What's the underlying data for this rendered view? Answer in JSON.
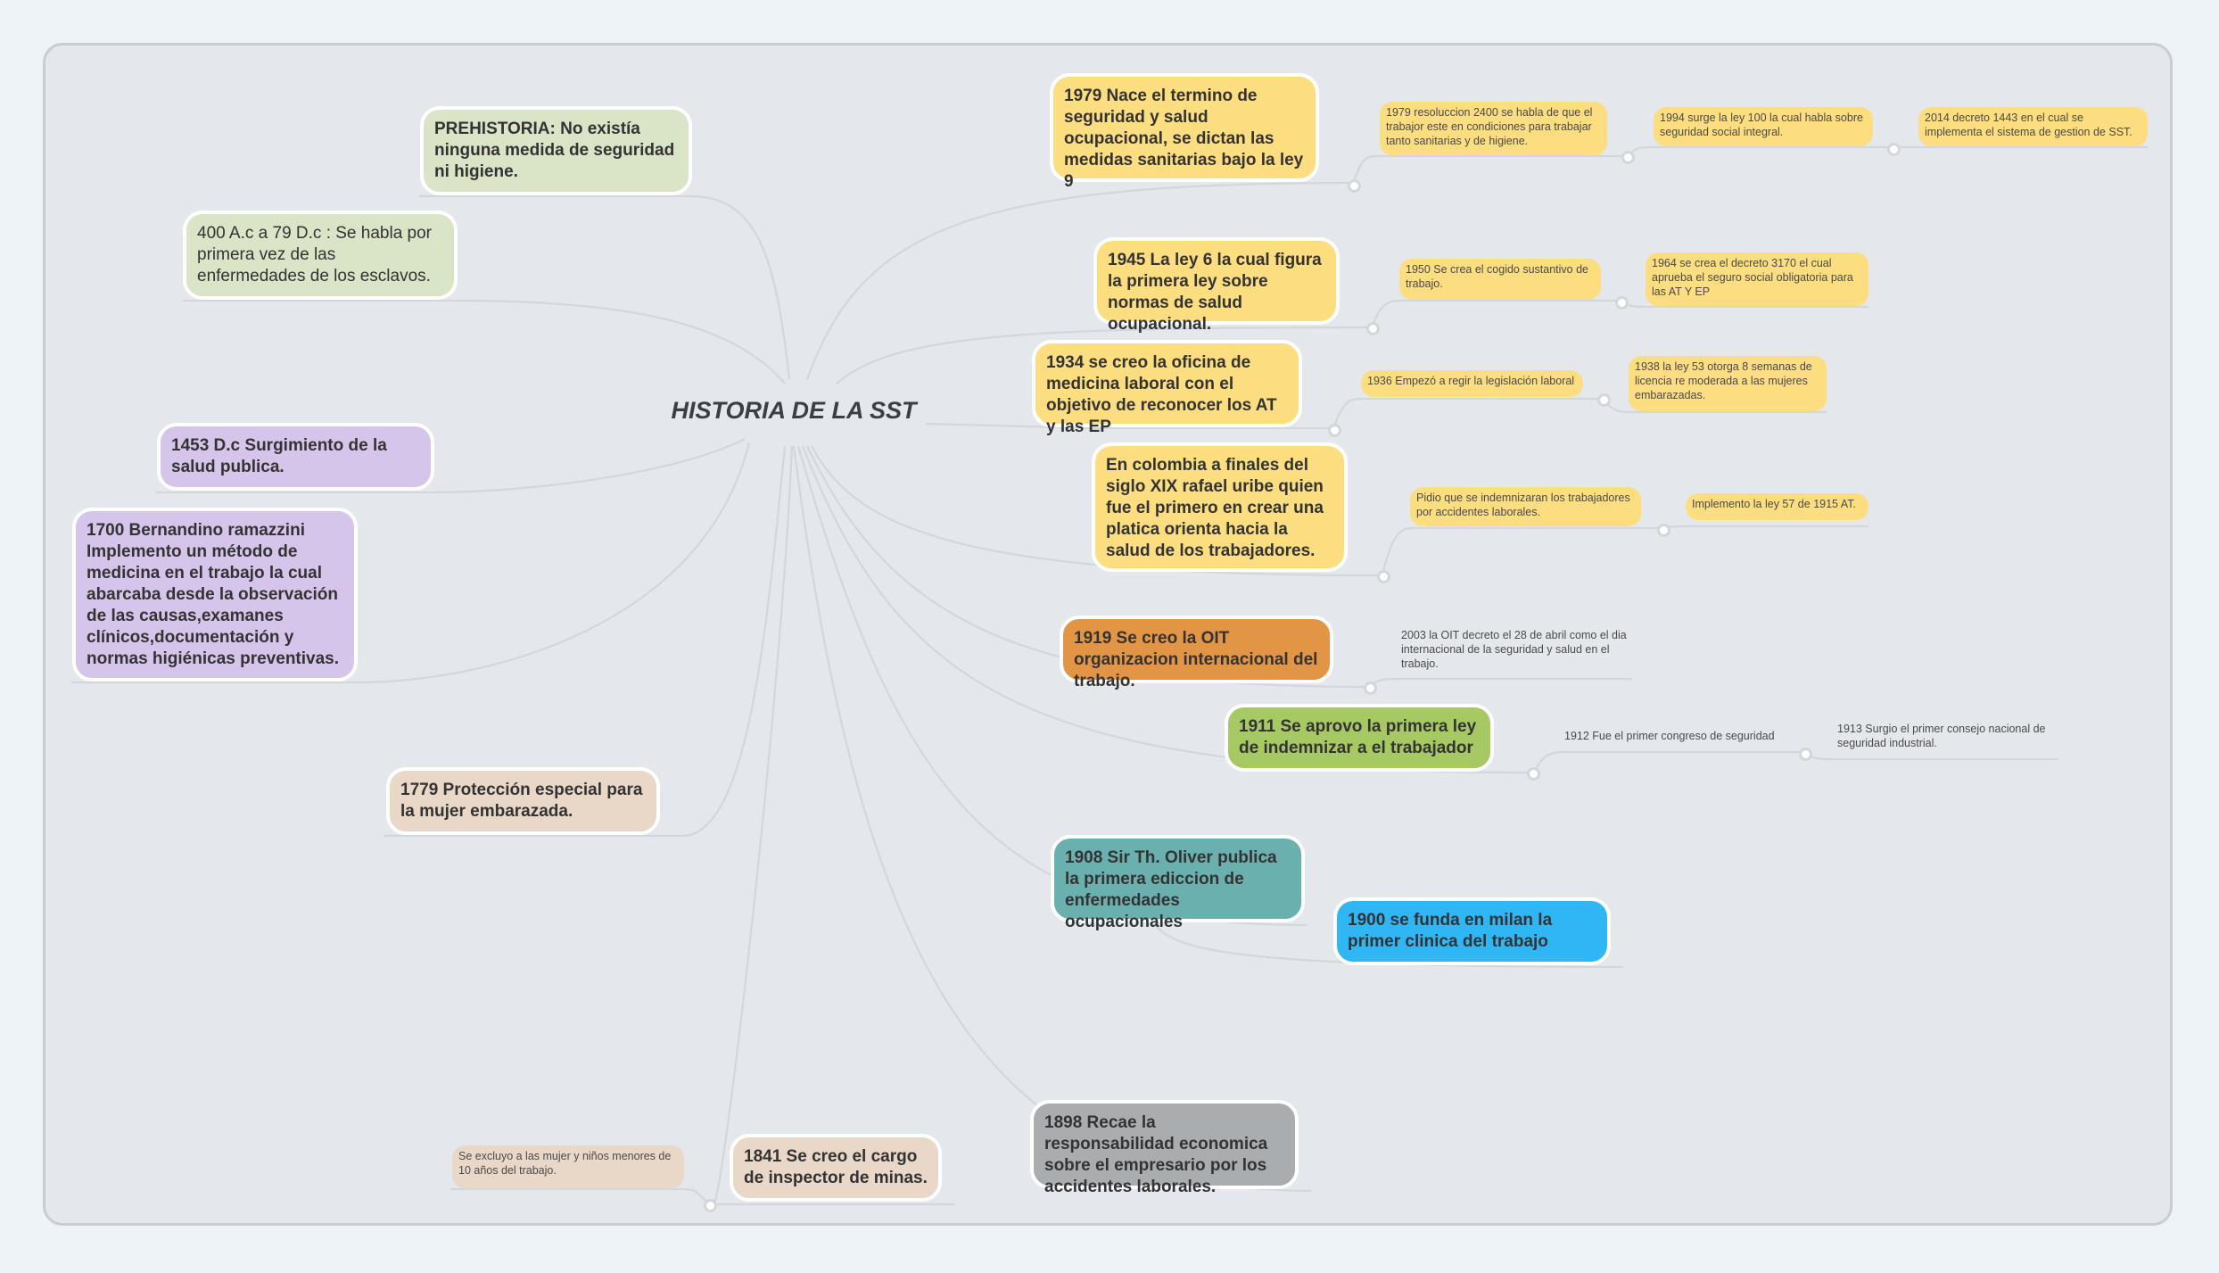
{
  "title": "HISTORIA DE LA SST",
  "left_topics": [
    {
      "text": "PREHISTORIA: No existía ninguna medida de seguridad ni higiene."
    },
    {
      "text": "400 A.c a 79 D.c : Se habla por primera vez de las enfermedades de los esclavos."
    },
    {
      "text": "1453 D.c Surgimiento de la salud publica."
    },
    {
      "text": "1700 Bernandino ramazzini Implemento un método de medicina en el trabajo la cual abarcaba desde la observación de las causas,examanes clínicos,documentación y normas higiénicas preventivas."
    },
    {
      "text": "1779 Protección especial para la mujer embarazada."
    },
    {
      "text": "1841 Se creo el cargo de inspector de minas."
    }
  ],
  "right_topics": [
    {
      "text": "1979 Nace el termino de seguridad y salud ocupacional, se dictan las medidas sanitarias bajo la ley 9",
      "children": [
        "1979  resoluccion 2400 se habla de que el trabajor este en condiciones para trabajar tanto sanitarias y de higiene.",
        "1994 surge la ley 100 la cual habla sobre seguridad social integral.",
        "2014 decreto 1443 en el cual se implementa el sistema de gestion de SST."
      ]
    },
    {
      "text": "1945 La ley 6 la cual figura la primera ley sobre normas de salud ocupacional.",
      "children": [
        "1950 Se crea el cogido sustantivo de trabajo.",
        "1964 se crea el decreto 3170 el cual aprueba el seguro social obligatoria para las AT Y EP"
      ]
    },
    {
      "text": "1934 se creo la oficina de medicina laboral con el objetivo de reconocer los AT y las EP",
      "children": [
        "1936 Empezó a regir la legislación laboral",
        "1938 la ley 53 otorga 8 semanas de licencia re moderada a las mujeres embarazadas."
      ]
    },
    {
      "text": "En colombia a finales del siglo XIX rafael uribe quien fue el primero en crear una platica orienta hacia la salud de los trabajadores.",
      "children": [
        "Pidio que se indemnizaran los trabajadores por accidentes laborales.",
        "Implemento la ley 57 de 1915 AT."
      ]
    },
    {
      "text": "1919 Se creo la OIT organizacion internacional del trabajo.",
      "children": [
        "2003 la OIT decreto el 28 de abril como el dia internacional de la seguridad y salud en el trabajo."
      ]
    },
    {
      "text": "1911 Se aprovo la primera ley de indemnizar a el trabajador",
      "children": [
        "1912 Fue el primer congreso de seguridad",
        "1913 Surgio el primer consejo nacional de seguridad industrial."
      ]
    },
    {
      "text": "1908 Sir Th. Oliver publica la primera ediccion de enfermedades ocupacionales",
      "children": [
        "1900 se funda en milan la primer clinica del trabajo"
      ]
    },
    {
      "text": "1898 Recae la responsabilidad economica sobre el empresario por los accidentes laborales."
    }
  ],
  "mine_child": "Se excluyo a las mujer y niños menores de 10 años del trabajo.",
  "colors": {
    "yellow": "#fcde80",
    "green": "#dae4c6",
    "purple": "#d6c5ea",
    "beige": "#e9d8c8",
    "orange": "#e29545",
    "lime": "#a7c964",
    "teal": "#6ab0ae",
    "sky": "#30b6f4",
    "gray": "#a9adb0",
    "connector": "#d3d7db"
  }
}
